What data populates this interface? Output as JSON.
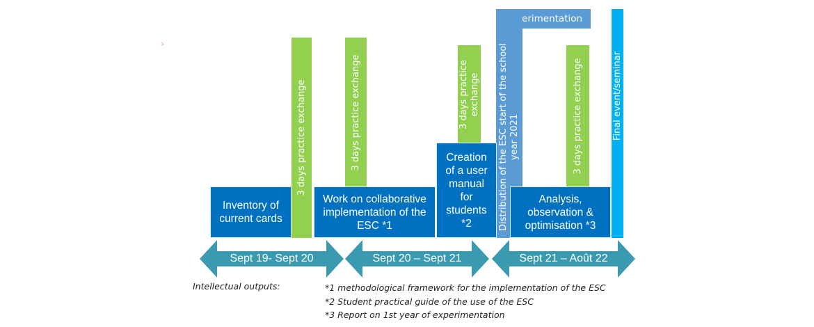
{
  "decor": {
    "chevron_glyph": "›"
  },
  "colors": {
    "activity": "#0070c0",
    "exchange": "#92d050",
    "experimentation": "#5b9bd5",
    "final": "#00b0f0",
    "arrow": "#3a9bb0"
  },
  "activities": [
    {
      "label": "Inventory of current cards"
    },
    {
      "label": "Work on collaborative implementation of the ESC *1"
    },
    {
      "label": "Creation of a user manual for students *2"
    },
    {
      "label": "Analysis, observation & optimisation *3"
    }
  ],
  "exchanges": [
    {
      "label": "3 days practice exchange"
    },
    {
      "label": "3 days practice exchange"
    },
    {
      "label": "3 days practice exchange"
    },
    {
      "label": "3 days practice exchange"
    }
  ],
  "experimentation": {
    "title": "Experimentation",
    "distribution_label": "Distribution of the ESC start of the school year 2021"
  },
  "final_event": {
    "label": "Final event/seminar"
  },
  "periods": [
    {
      "label": "Sept 19- Sept 20"
    },
    {
      "label": "Sept 20 – Sept 21"
    },
    {
      "label": "Sept 21 – Août 22"
    }
  ],
  "outputs": {
    "heading": "Intellectual outputs:",
    "items": [
      "*1 methodological framework for the implementation of the ESC",
      "*2 Student practical guide of the use of the ESC",
      "*3 Report on 1st year of experimentation"
    ]
  }
}
